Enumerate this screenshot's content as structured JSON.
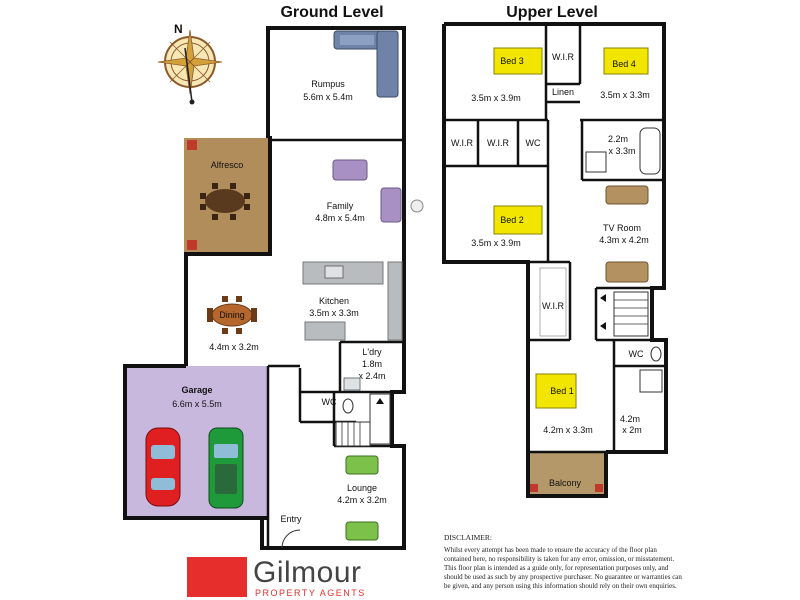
{
  "titles": {
    "ground": "Ground Level",
    "upper": "Upper Level"
  },
  "compass": {
    "north": "N"
  },
  "ground_rooms": {
    "rumpus": {
      "name": "Rumpus",
      "size": "5.6m x 5.4m"
    },
    "alfresco": {
      "name": "Alfresco"
    },
    "family": {
      "name": "Family",
      "size": "4.8m x 5.4m"
    },
    "kitchen": {
      "name": "Kitchen",
      "size": "3.5m x 3.3m"
    },
    "dining": {
      "name": "Dining",
      "size": "4.4m x 3.2m"
    },
    "garage": {
      "name": "Garage",
      "size": "6.6m x 5.5m"
    },
    "laundry": {
      "name": "L'dry",
      "size_a": "1.8m",
      "size_b": "x 2.4m"
    },
    "wc": {
      "name": "WC"
    },
    "lounge": {
      "name": "Lounge",
      "size": "4.2m x 3.2m"
    },
    "entry": {
      "name": "Entry"
    }
  },
  "upper_rooms": {
    "bed3": {
      "name": "Bed 3",
      "size": "3.5m x 3.9m"
    },
    "wir_top": {
      "name": "W.I.R"
    },
    "bed4": {
      "name": "Bed 4",
      "size": "3.5m x 3.3m"
    },
    "linen": {
      "name": "Linen"
    },
    "wir_a": {
      "name": "W.I.R"
    },
    "wir_b": {
      "name": "W.I.R"
    },
    "wc": {
      "name": "WC"
    },
    "bath": {
      "size_a": "2.2m",
      "size_b": "x 3.3m"
    },
    "bed2": {
      "name": "Bed 2",
      "size": "3.5m x 3.9m"
    },
    "tv": {
      "name": "TV Room",
      "size": "4.3m x 4.2m"
    },
    "wir_main": {
      "name": "W.I.R"
    },
    "wc2": {
      "name": "WC"
    },
    "bed1": {
      "name": "Bed 1",
      "size": "4.2m x 3.3m"
    },
    "ensuite": {
      "size_a": "4.2m",
      "size_b": "x 2m"
    },
    "balcony": {
      "name": "Balcony"
    }
  },
  "disclaimer": {
    "heading": "DISCLAIMER:",
    "body": "Whilst every attempt has been made to ensure the accuracy of the floor plan contained here, no responsibility is taken for any error, omission, or misstatement. This floor plan is intended as a guide only, for representation purposes only, and should be used as such by any prospective purchaser. No guarantee or warranties can be given, and any person using this information should rely on their own enquiries."
  },
  "logo": {
    "name": "Gilmour",
    "subtitle": "PROPERTY AGENTS"
  },
  "colors": {
    "garage": "#c9b8de",
    "alfresco": "#b08d5a",
    "balcony": "#b5986a",
    "bed": "#f2e600",
    "sofa_blue": "#6f83a8",
    "sofa_purple": "#a88fc4",
    "sofa_green": "#7cc24a",
    "sofa_tan": "#b49160",
    "table": "#b5672d",
    "car_red": "#e02020",
    "car_green": "#1f9a3a",
    "brand_red": "#e62e2d"
  }
}
